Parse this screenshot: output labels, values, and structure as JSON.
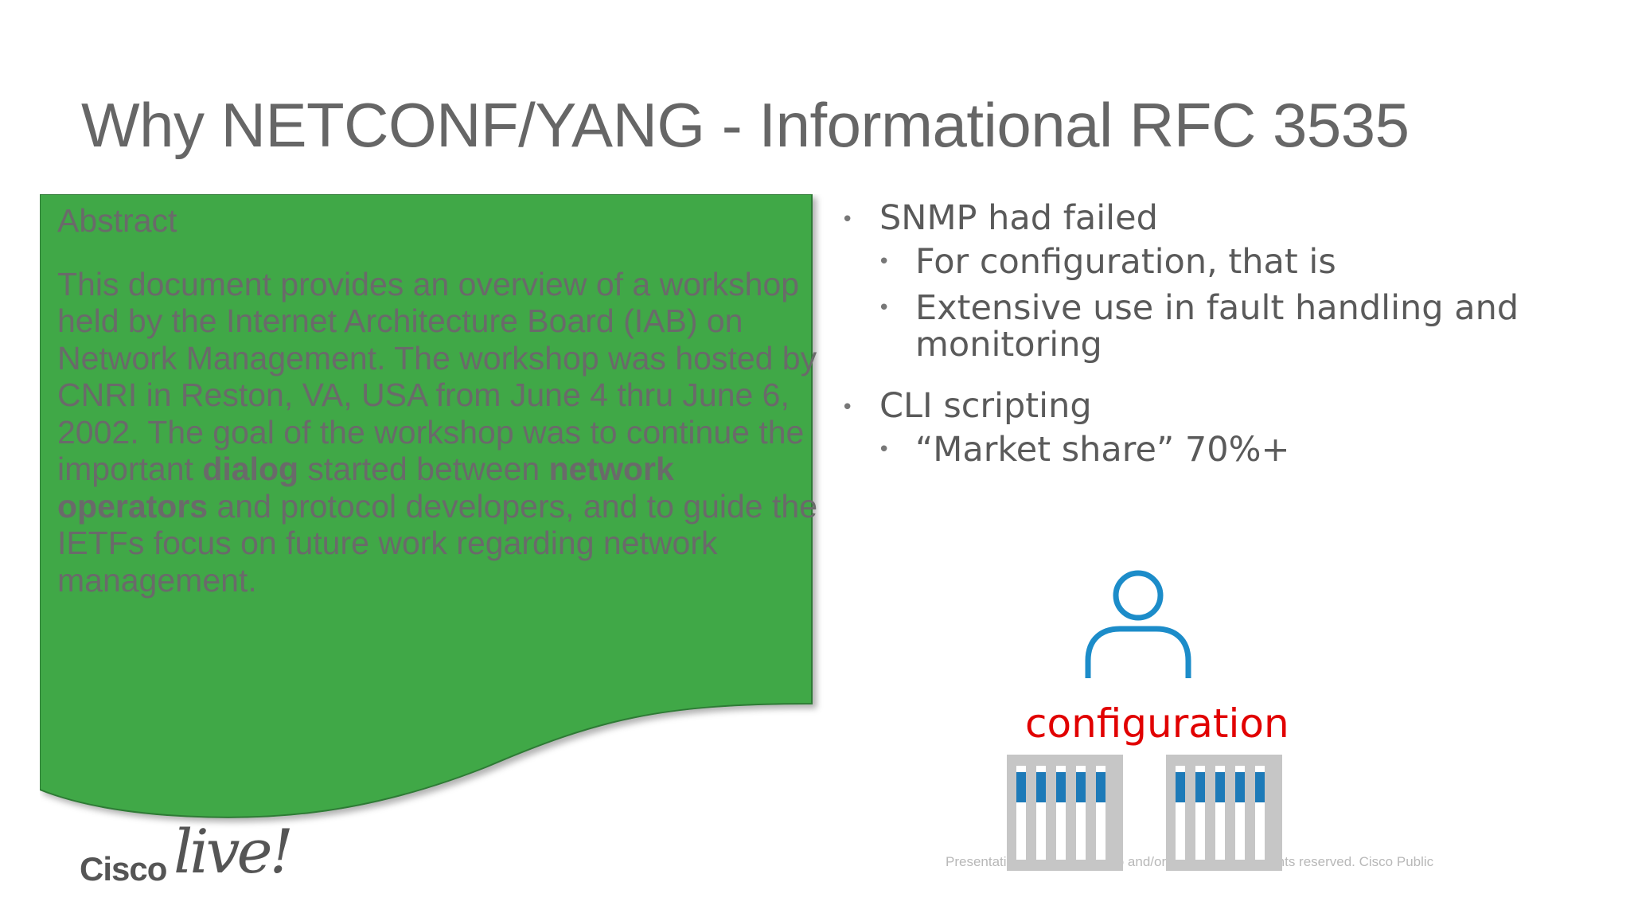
{
  "slide": {
    "title": "Why NETCONF/YANG - Informational RFC 3535"
  },
  "document": {
    "heading": "Abstract",
    "body_parts": {
      "p1": "This document provides an overview of a workshop held by the Internet Architecture Board (IAB) on Network Management.  The workshop was hosted by CNRI in Reston, VA, USA from June 4 thru June 6, 2002.  The goal of the workshop was to continue the important ",
      "b1": "dialog",
      "p2": " started between ",
      "b2": "network operators",
      "p3": " and protocol developers, and to guide the IETFs focus on future work regarding network management."
    },
    "fill_color": "#3fa847"
  },
  "bullets": [
    {
      "text": "SNMP had failed",
      "sub": [
        "For configuration, that is",
        "Extensive use in fault handling and monitoring"
      ]
    },
    {
      "text": "CLI scripting",
      "sub": [
        "“Market share” 70%+"
      ]
    }
  ],
  "graphic": {
    "label": "configuration",
    "label_color": "#e10000",
    "icon": "person-icon"
  },
  "footer": {
    "text": "Presentation ID  © 2015  Cisco and/or its affiliates. All rights reserved.   Cisco Public"
  },
  "logo": {
    "brand": "Cisco",
    "wordmark": "live!"
  }
}
